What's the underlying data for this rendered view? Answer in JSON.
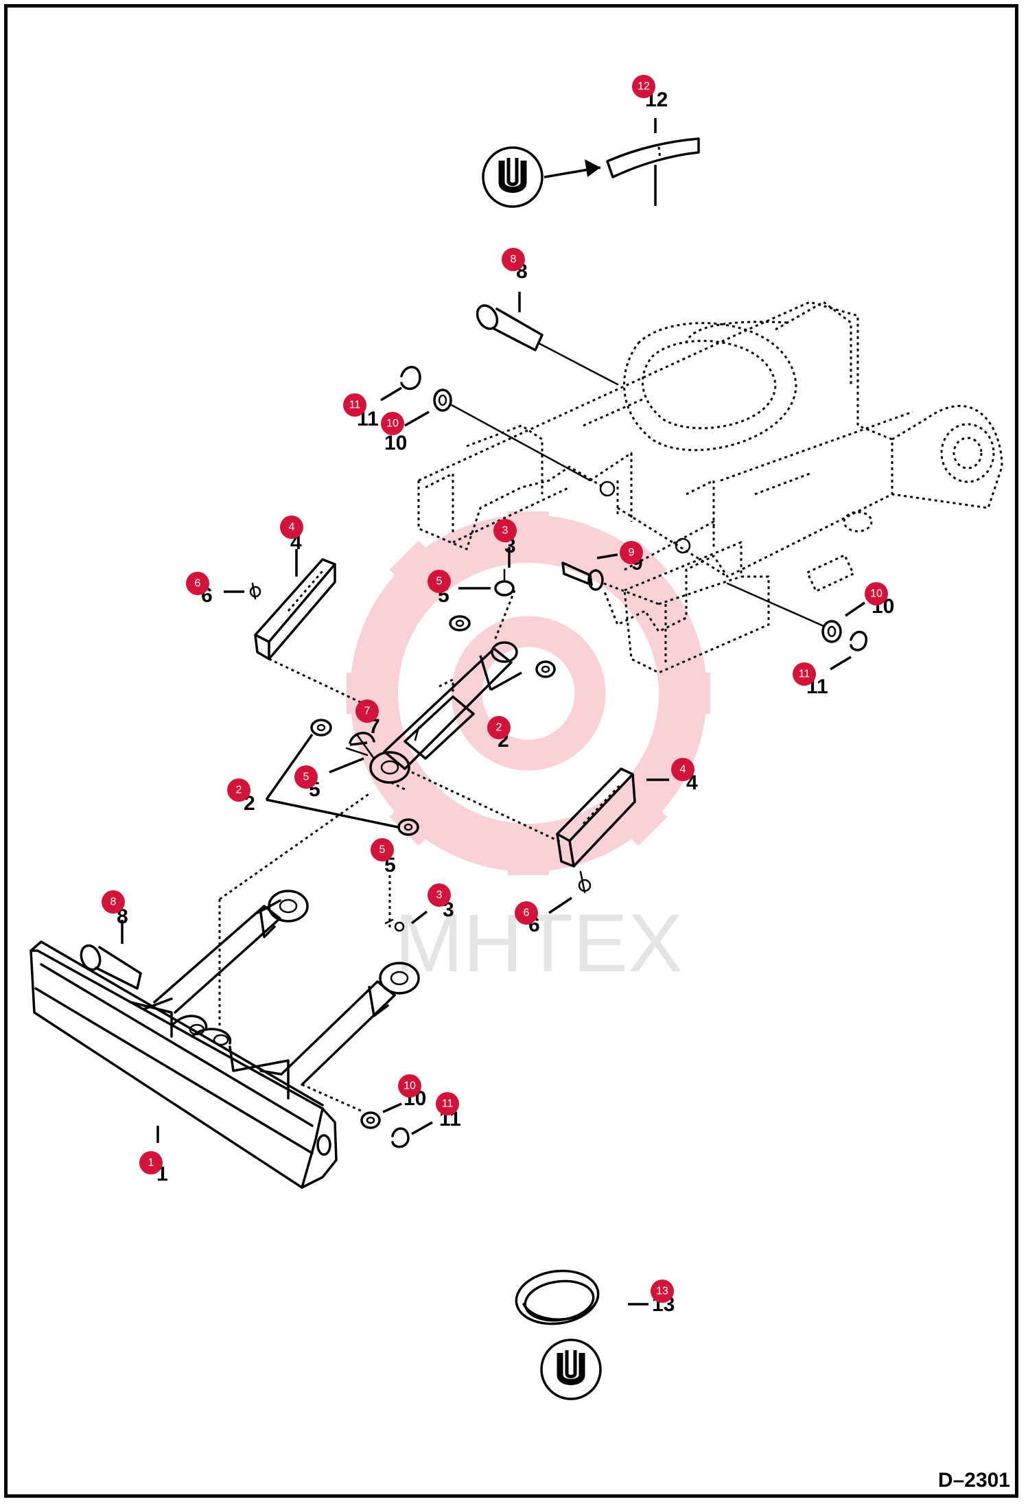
{
  "drawing_ref": "D–2301",
  "watermark": "МНТЕХ",
  "callouts": [
    {
      "id": "12",
      "number": "12"
    },
    {
      "id": "8a",
      "number": "8"
    },
    {
      "id": "11a",
      "number": "11"
    },
    {
      "id": "10a",
      "number": "10"
    },
    {
      "id": "4a",
      "number": "4"
    },
    {
      "id": "3a",
      "number": "3"
    },
    {
      "id": "9",
      "number": "9"
    },
    {
      "id": "6a",
      "number": "6"
    },
    {
      "id": "5a",
      "number": "5"
    },
    {
      "id": "10b",
      "number": "10"
    },
    {
      "id": "11b",
      "number": "11"
    },
    {
      "id": "7",
      "number": "7"
    },
    {
      "id": "2a",
      "number": "2"
    },
    {
      "id": "5b",
      "number": "5"
    },
    {
      "id": "2b",
      "number": "2"
    },
    {
      "id": "4b",
      "number": "4"
    },
    {
      "id": "5c",
      "number": "5"
    },
    {
      "id": "8b",
      "number": "8"
    },
    {
      "id": "3b",
      "number": "3"
    },
    {
      "id": "6b",
      "number": "6"
    },
    {
      "id": "10c",
      "number": "10"
    },
    {
      "id": "11c",
      "number": "11"
    },
    {
      "id": "1",
      "number": "1"
    },
    {
      "id": "13",
      "number": "13"
    }
  ],
  "icons": [
    "u-seal-kit-icon",
    "u-seal-kit-icon"
  ]
}
